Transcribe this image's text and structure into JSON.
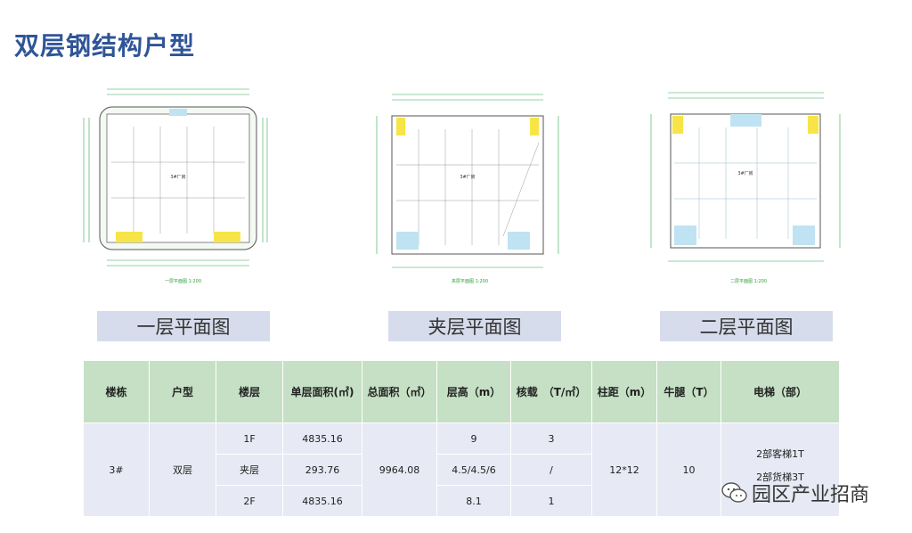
{
  "page_title": "双层钢结构户型",
  "plans": [
    {
      "label": "一层平面图",
      "caption": "一层平面图 1:200",
      "building": "3#厂房"
    },
    {
      "label": "夹层平面图",
      "caption": "夹层平面图 1:200",
      "building": "3#厂房"
    },
    {
      "label": "二层平面图",
      "caption": "二层平面图 1:200",
      "building": "3#厂房"
    }
  ],
  "table": {
    "headers": [
      "楼栋",
      "户型",
      "楼层",
      "单层面积(㎡)",
      "总面积（㎡）",
      "层高（m）",
      "核载　（T/㎡）",
      "柱距（m）",
      "牛腿（T）",
      "电梯（部）"
    ],
    "building": "3#",
    "type": "双层",
    "floors": [
      {
        "floor": "1F",
        "area": "4835.16",
        "height": "9",
        "load": "3"
      },
      {
        "floor": "夹层",
        "area": "293.76",
        "height": "4.5/4.5/6",
        "load": "/"
      },
      {
        "floor": "2F",
        "area": "4835.16",
        "height": "8.1",
        "load": "1"
      }
    ],
    "total_area": "9964.08",
    "column_spacing": "12*12",
    "corbel": "10",
    "elevator_line1": "2部客梯1T",
    "elevator_line2": "2部货梯3T"
  },
  "watermark": "园区产业招商",
  "colors": {
    "title": "#2f5597",
    "header_bg": "#c5e0c4",
    "cell_bg": "#e7e9f4",
    "label_bg": "#d6dcec"
  }
}
